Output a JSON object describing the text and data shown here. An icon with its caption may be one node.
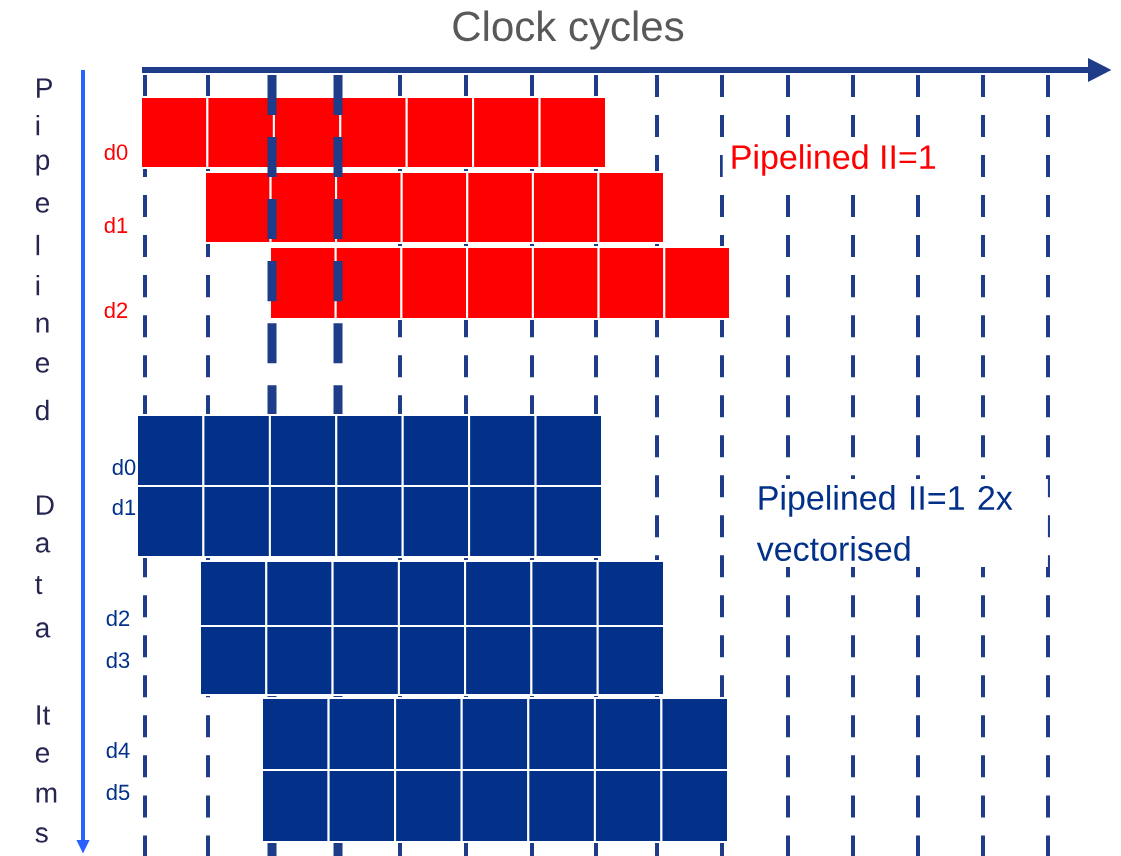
{
  "diagram": {
    "title": "Clock cycles",
    "labels": [
      "P",
      "i",
      "p",
      "e",
      "l",
      "i",
      "n",
      "e",
      "d",
      "D",
      "a",
      "t",
      "a",
      "It",
      "e",
      "m",
      "s",
      "d0",
      "d1",
      "d2",
      "Pipelined II=1",
      "d0",
      "d1",
      "d2",
      "d3",
      "d4",
      "d5",
      "Pipelined II=1 2x vectorised"
    ]
  }
}
